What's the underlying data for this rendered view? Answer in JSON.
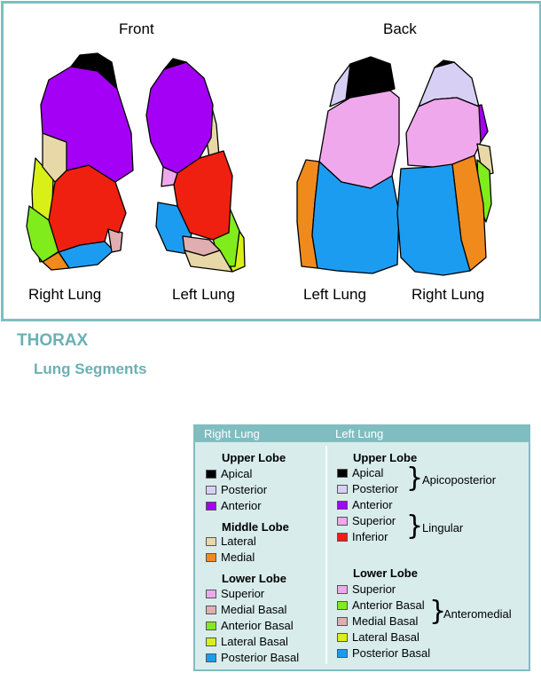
{
  "figure": {
    "front_title": "Front",
    "back_title": "Back",
    "labels": [
      "Right Lung",
      "Left Lung",
      "Left Lung",
      "Right Lung"
    ]
  },
  "chapter": "THORAX",
  "section": "Lung Segments",
  "colors": {
    "apical": "#000000",
    "posterior": "#d8d0f4",
    "anterior": "#a300f5",
    "lateral": "#e8d8a8",
    "medial": "#f08a1c",
    "superior": "#f0a8ec",
    "medial_basal": "#e0aeb0",
    "anterior_basal": "#80ec1c",
    "lateral_basal": "#d8f018",
    "posterior_basal": "#1c9cf0",
    "inferior": "#f02010",
    "frame": "#7fbdc0",
    "title_text": "#6bb0b4"
  },
  "legend": {
    "right_header": "Right Lung",
    "left_header": "Left Lung",
    "right": {
      "upper": {
        "heading": "Upper Lobe",
        "items": [
          "Apical",
          "Posterior",
          "Anterior"
        ]
      },
      "middle": {
        "heading": "Middle Lobe",
        "items": [
          "Lateral",
          "Medial"
        ]
      },
      "lower": {
        "heading": "Lower Lobe",
        "items": [
          "Superior",
          "Medial Basal",
          "Anterior Basal",
          "Lateral Basal",
          "Posterior Basal"
        ]
      }
    },
    "left": {
      "upper": {
        "heading": "Upper Lobe",
        "items": [
          "Apical",
          "Posterior",
          "Anterior",
          "Superior",
          "Inferior"
        ]
      },
      "lower": {
        "heading": "Lower Lobe",
        "items": [
          "Superior",
          "Anterior Basal",
          "Medial Basal",
          "Lateral Basal",
          "Posterior Basal"
        ]
      },
      "groups": {
        "apicoposterior": "Apicoposterior",
        "lingular": "Lingular",
        "anteromedial": "Anteromedial"
      }
    }
  }
}
